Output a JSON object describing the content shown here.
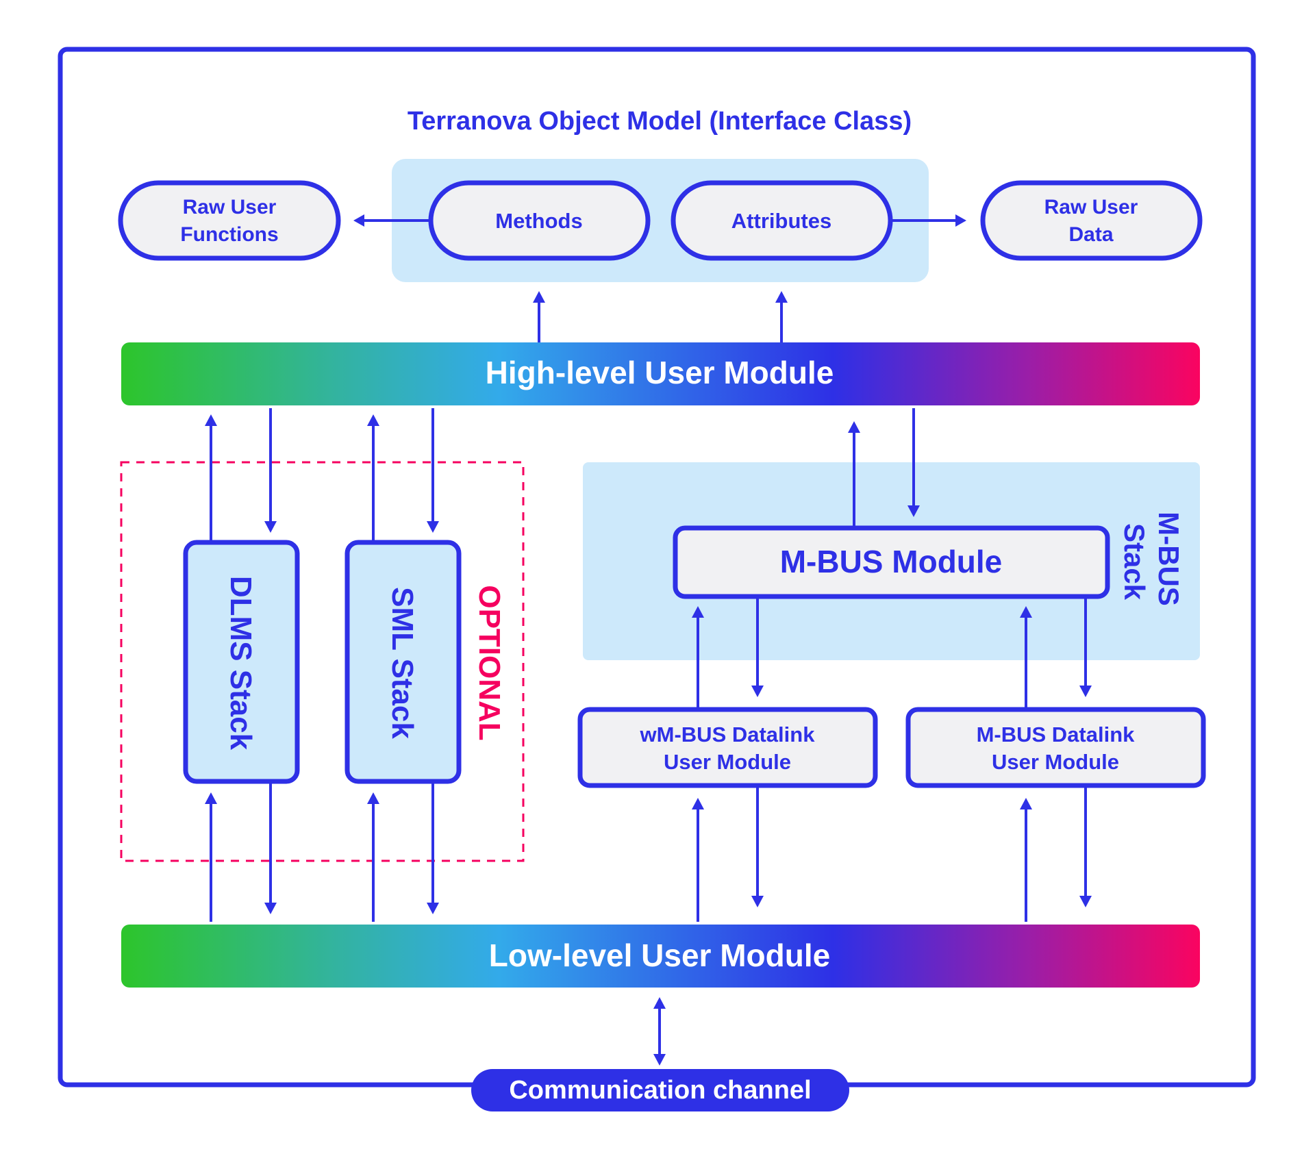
{
  "title": "Terranova Object Model (Interface Class)",
  "colors": {
    "primary": "#2e30e6",
    "light_blue_bg": "#cde9fb",
    "node_fill": "#f1f1f3",
    "optional": "#f5005f",
    "gradient": [
      "#2dc52b",
      "#33b3a0",
      "#33aaea",
      "#2e30e6",
      "#9a1ea8",
      "#fa0460"
    ]
  },
  "interface_class": {
    "methods": "Methods",
    "attributes": "Attributes"
  },
  "raw_user_functions": [
    "Raw User",
    "Functions"
  ],
  "raw_user_data": [
    "Raw User",
    "Data"
  ],
  "high_level_module": "High-level User Module",
  "low_level_module": "Low-level User Module",
  "optional_group": {
    "label": "OPTIONAL",
    "dlms_stack": "DLMS Stack",
    "sml_stack": "SML Stack"
  },
  "mbus_stack": {
    "label": [
      "M-BUS",
      "Stack"
    ],
    "mbus_module": "M-BUS Module",
    "wmbus_datalink": [
      "wM-BUS Datalink",
      "User Module"
    ],
    "mbus_datalink": [
      "M-BUS Datalink",
      "User Module"
    ]
  },
  "communication_channel": "Communication channel"
}
